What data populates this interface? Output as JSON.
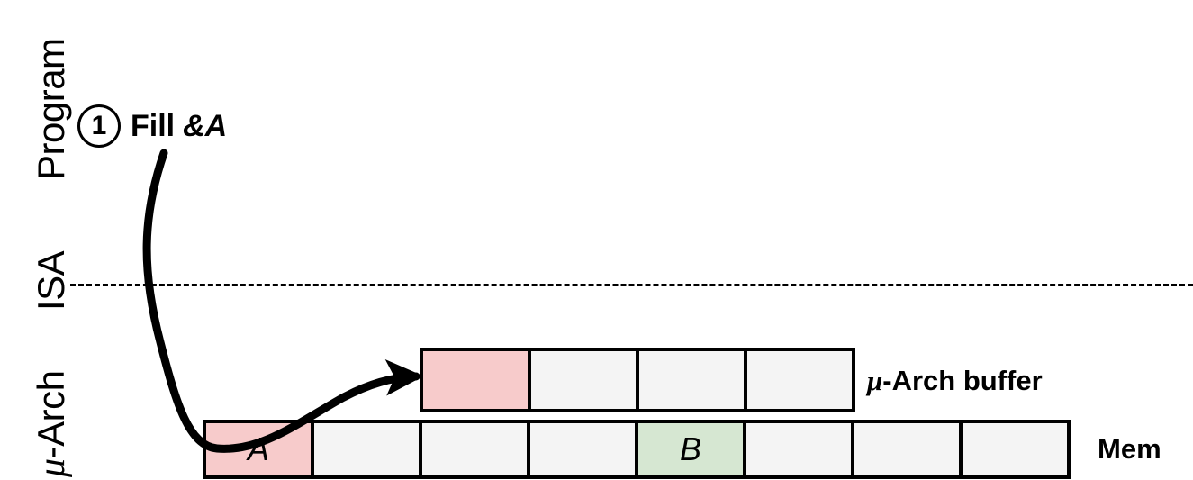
{
  "layers": {
    "program": "Program",
    "isa": "ISA",
    "uarch_mu": "μ",
    "uarch_rest": "-Arch"
  },
  "step": {
    "number": "1",
    "verb": "Fill",
    "operand": "&A"
  },
  "buffer": {
    "label_mu": "μ",
    "label_rest": "-Arch buffer",
    "cells": [
      {
        "text": "",
        "state": "filled-pink"
      },
      {
        "text": "",
        "state": "empty"
      },
      {
        "text": "",
        "state": "empty"
      },
      {
        "text": "",
        "state": "empty"
      }
    ]
  },
  "memory": {
    "label": "Mem",
    "cells": [
      {
        "text": "A",
        "state": "filled-pink"
      },
      {
        "text": "",
        "state": "empty"
      },
      {
        "text": "",
        "state": "empty"
      },
      {
        "text": "",
        "state": "empty"
      },
      {
        "text": "B",
        "state": "filled-green"
      },
      {
        "text": "",
        "state": "empty"
      },
      {
        "text": "",
        "state": "empty"
      },
      {
        "text": "",
        "state": "empty"
      }
    ]
  },
  "colors": {
    "pink": "#F7CBCB",
    "green": "#D6E7D2",
    "empty": "#F4F4F4",
    "stroke": "#000000",
    "background": "#FFFFFF"
  },
  "arrow": {
    "description": "fill-arrow-from-program-to-buffer"
  }
}
